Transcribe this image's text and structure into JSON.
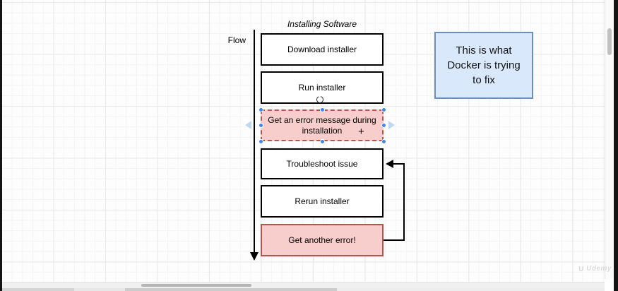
{
  "diagram": {
    "title": "Installing Software",
    "flow_label": "Flow",
    "steps": [
      {
        "label": "Download installer",
        "type": "normal"
      },
      {
        "label": "Run installer",
        "type": "normal"
      },
      {
        "label": "Get an error message during installation",
        "type": "error",
        "selected": true
      },
      {
        "label": "Troubleshoot issue",
        "type": "normal"
      },
      {
        "label": "Rerun installer",
        "type": "normal"
      },
      {
        "label": "Get another error!",
        "type": "error"
      }
    ],
    "note": {
      "text": "This is what Docker is trying to fix"
    },
    "colors": {
      "error_fill": "#f8cecc",
      "error_border": "#b85450",
      "note_fill": "#dae8fc",
      "note_border": "#6c8ebf",
      "selection_handle": "#3d87f5",
      "shape_border": "#000000"
    }
  },
  "watermark": {
    "brand": "Udemy",
    "logo_glyph": "∪"
  }
}
